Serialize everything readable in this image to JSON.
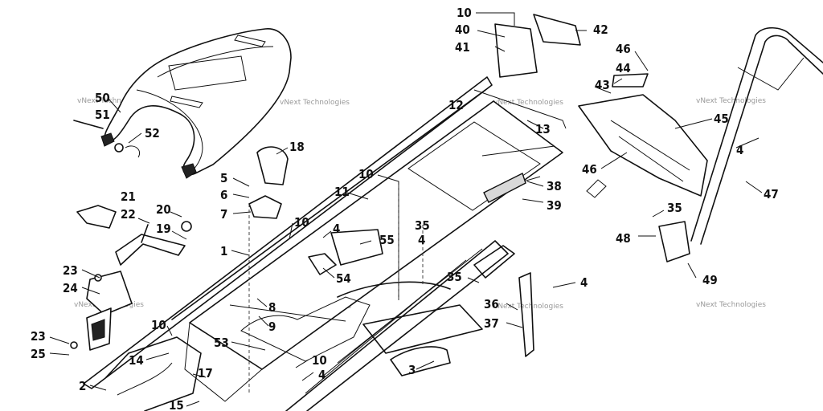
{
  "watermark": "vNext Technologies",
  "callouts": [
    {
      "id": "c10a",
      "label": "10"
    },
    {
      "id": "c40",
      "label": "40"
    },
    {
      "id": "c41",
      "label": "41"
    },
    {
      "id": "c42",
      "label": "42"
    },
    {
      "id": "c46a",
      "label": "46"
    },
    {
      "id": "c44",
      "label": "44"
    },
    {
      "id": "c43",
      "label": "43"
    },
    {
      "id": "c12",
      "label": "12"
    },
    {
      "id": "c13",
      "label": "13"
    },
    {
      "id": "c45",
      "label": "45"
    },
    {
      "id": "c4a",
      "label": "4"
    },
    {
      "id": "c46b",
      "label": "46"
    },
    {
      "id": "c47",
      "label": "47"
    },
    {
      "id": "c50",
      "label": "50"
    },
    {
      "id": "c51",
      "label": "51"
    },
    {
      "id": "c52",
      "label": "52"
    },
    {
      "id": "c18",
      "label": "18"
    },
    {
      "id": "c10b",
      "label": "10"
    },
    {
      "id": "c11",
      "label": "11"
    },
    {
      "id": "c38",
      "label": "38"
    },
    {
      "id": "c39",
      "label": "39"
    },
    {
      "id": "c5",
      "label": "5"
    },
    {
      "id": "c6",
      "label": "6"
    },
    {
      "id": "c7",
      "label": "7"
    },
    {
      "id": "c21",
      "label": "21"
    },
    {
      "id": "c20",
      "label": "20"
    },
    {
      "id": "c22",
      "label": "22"
    },
    {
      "id": "c19",
      "label": "19"
    },
    {
      "id": "c10c",
      "label": "10"
    },
    {
      "id": "c4b",
      "label": "4"
    },
    {
      "id": "c35a",
      "label": "35"
    },
    {
      "id": "c4c",
      "label": "4"
    },
    {
      "id": "c55",
      "label": "55"
    },
    {
      "id": "c35b",
      "label": "35"
    },
    {
      "id": "c48",
      "label": "48"
    },
    {
      "id": "c49",
      "label": "49"
    },
    {
      "id": "c1",
      "label": "1"
    },
    {
      "id": "c54",
      "label": "54"
    },
    {
      "id": "c23a",
      "label": "23"
    },
    {
      "id": "c24",
      "label": "24"
    },
    {
      "id": "c35c",
      "label": "35"
    },
    {
      "id": "c4d",
      "label": "4"
    },
    {
      "id": "c8",
      "label": "8"
    },
    {
      "id": "c9",
      "label": "9"
    },
    {
      "id": "c36",
      "label": "36"
    },
    {
      "id": "c37",
      "label": "37"
    },
    {
      "id": "c23b",
      "label": "23"
    },
    {
      "id": "c10d",
      "label": "10"
    },
    {
      "id": "c25",
      "label": "25"
    },
    {
      "id": "c53",
      "label": "53"
    },
    {
      "id": "c14",
      "label": "14"
    },
    {
      "id": "c10e",
      "label": "10"
    },
    {
      "id": "c17",
      "label": "17"
    },
    {
      "id": "c4e",
      "label": "4"
    },
    {
      "id": "c3",
      "label": "3"
    },
    {
      "id": "c2",
      "label": "2"
    },
    {
      "id": "c15",
      "label": "15"
    }
  ]
}
